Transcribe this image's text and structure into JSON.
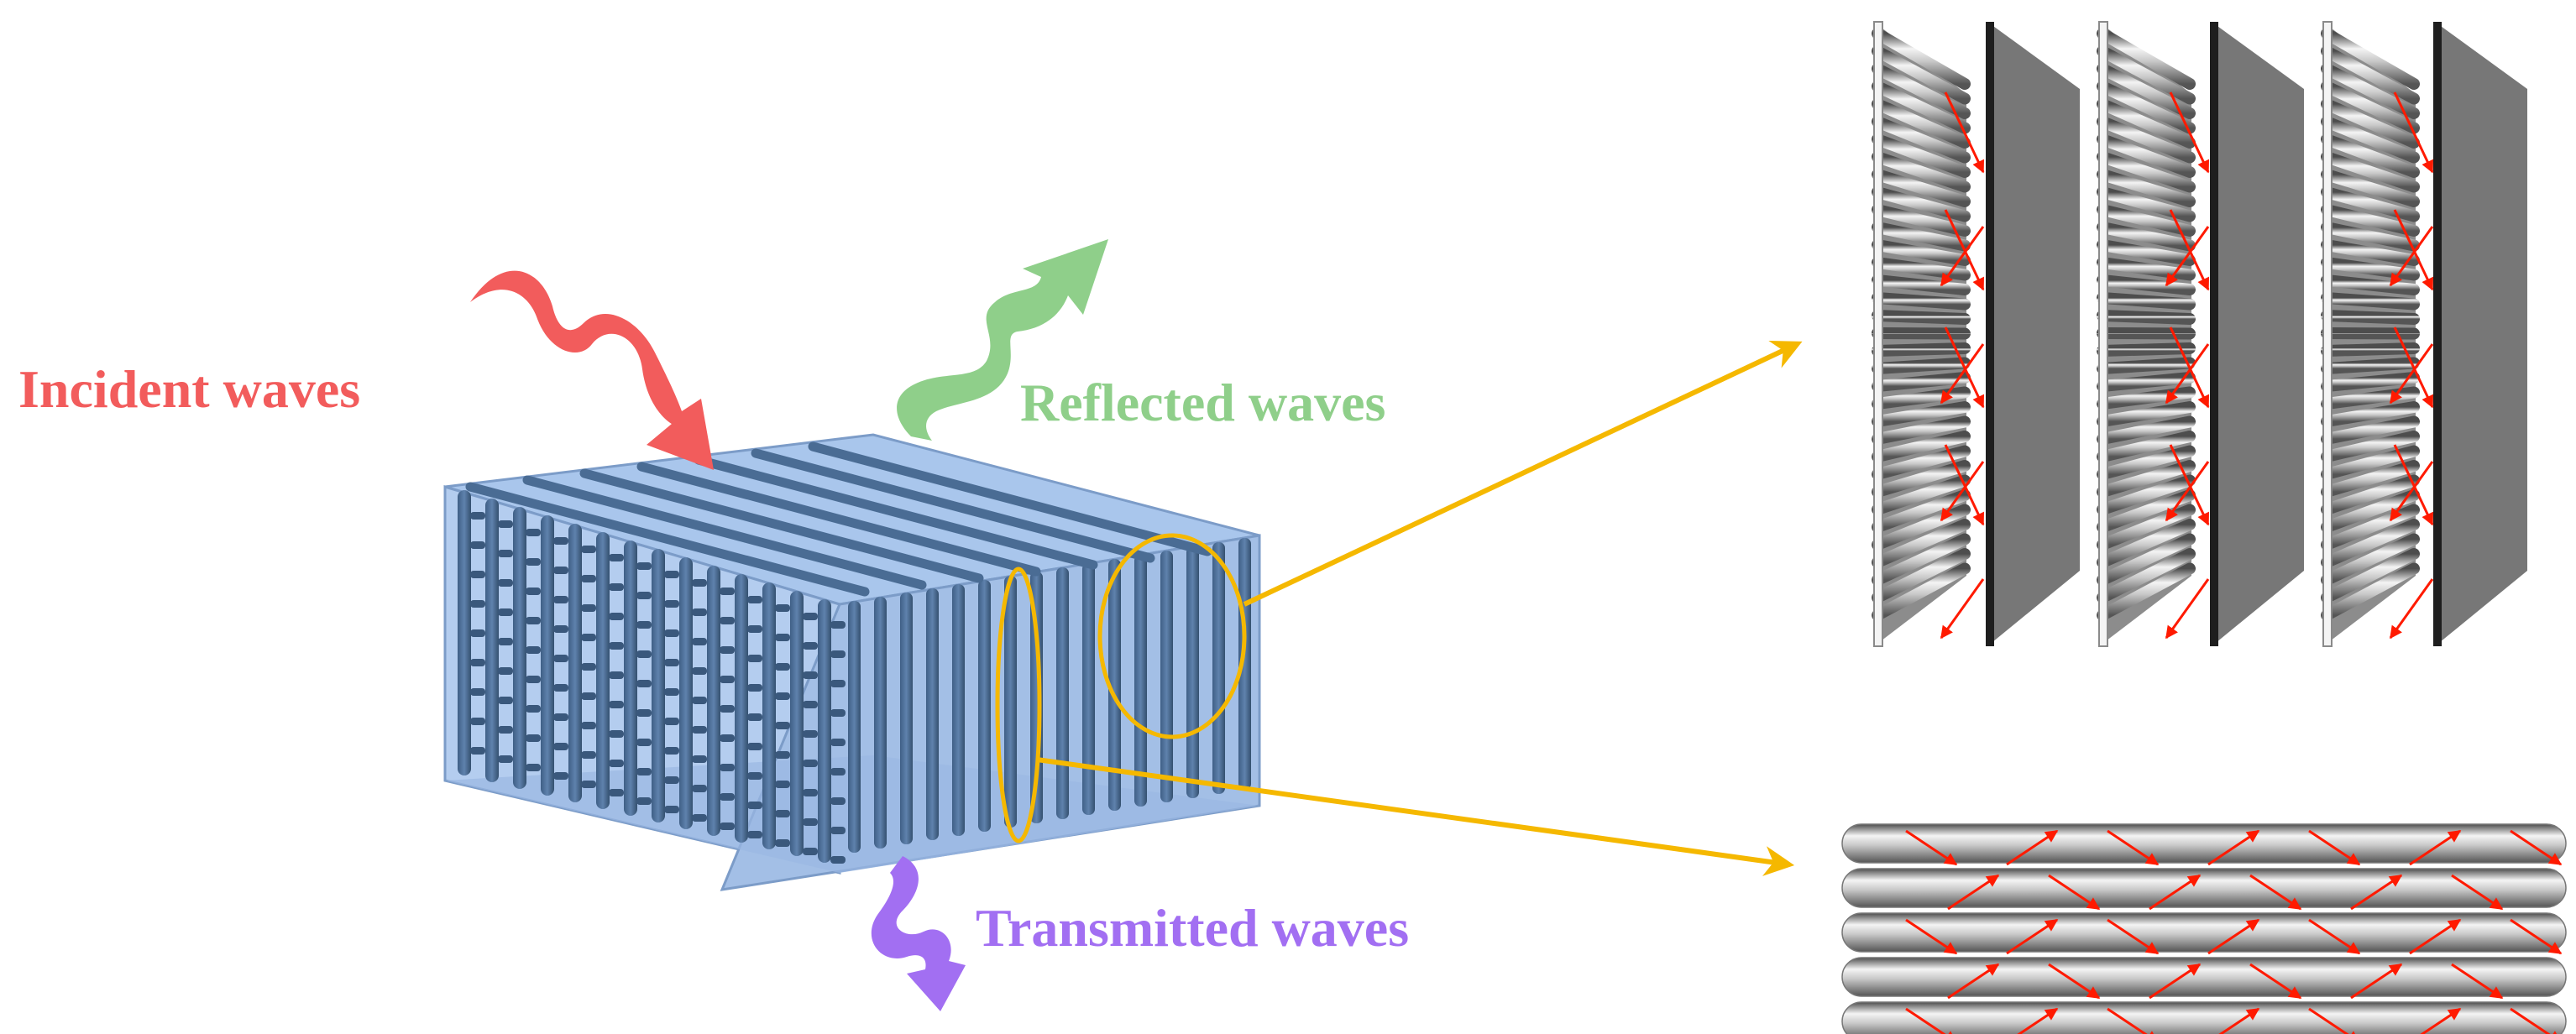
{
  "labels": {
    "incident": "Incident waves",
    "reflected": "Reflected waves",
    "transmitted": "Transmitted waves"
  },
  "colors": {
    "incident": "#f25c5c",
    "reflected": "#8fcf8a",
    "transmitted": "#a26ff2",
    "callout": "#f5b800",
    "structure_face": "#a9c6ec",
    "structure_rod": "#4a6c94",
    "structure_rod_light": "#6f8fb8",
    "rod_gray": "#9a9a9a",
    "inner_arrow": "#ff1a00"
  },
  "icons": {
    "incident": "wavy-arrow-down-right-icon",
    "reflected": "wavy-arrow-up-right-icon",
    "transmitted": "wavy-arrow-down-icon",
    "callout": "straight-arrow-icon"
  }
}
